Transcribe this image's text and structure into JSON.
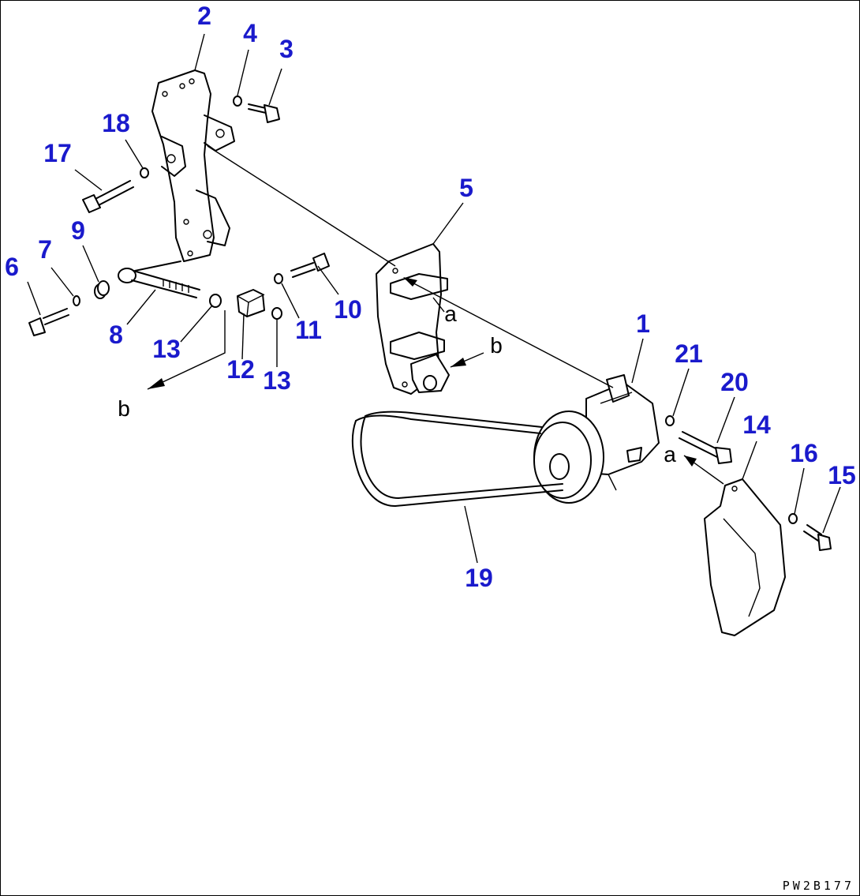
{
  "colors": {
    "callout": "#1a1acc",
    "line": "#000000",
    "background": "#ffffff"
  },
  "callouts": [
    {
      "id": "c2",
      "text": "2"
    },
    {
      "id": "c4",
      "text": "4"
    },
    {
      "id": "c3",
      "text": "3"
    },
    {
      "id": "c18",
      "text": "18"
    },
    {
      "id": "c17",
      "text": "17"
    },
    {
      "id": "c9",
      "text": "9"
    },
    {
      "id": "c7",
      "text": "7"
    },
    {
      "id": "c6",
      "text": "6"
    },
    {
      "id": "c8",
      "text": "8"
    },
    {
      "id": "c13a",
      "text": "13"
    },
    {
      "id": "c12",
      "text": "12"
    },
    {
      "id": "c13b",
      "text": "13"
    },
    {
      "id": "c11",
      "text": "11"
    },
    {
      "id": "c10",
      "text": "10"
    },
    {
      "id": "c5",
      "text": "5"
    },
    {
      "id": "c1",
      "text": "1"
    },
    {
      "id": "c21",
      "text": "21"
    },
    {
      "id": "c20",
      "text": "20"
    },
    {
      "id": "c14",
      "text": "14"
    },
    {
      "id": "c16",
      "text": "16"
    },
    {
      "id": "c15",
      "text": "15"
    },
    {
      "id": "c19",
      "text": "19"
    }
  ],
  "reference_letters": [
    {
      "id": "a1",
      "text": "a"
    },
    {
      "id": "b1",
      "text": "b"
    },
    {
      "id": "b2",
      "text": "b"
    },
    {
      "id": "a2",
      "text": "a"
    }
  ],
  "drawing_code": "PW2B177"
}
